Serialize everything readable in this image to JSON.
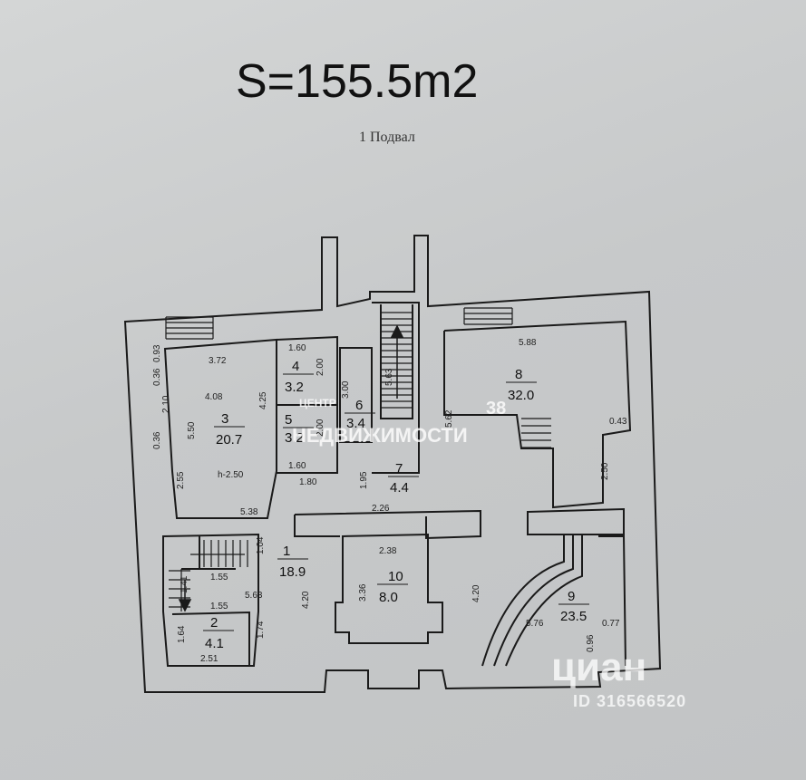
{
  "header": {
    "area_title": "S=155.5m2",
    "floor_label": "1 Подвал"
  },
  "rooms": [
    {
      "id": "r1",
      "number": "1",
      "area": "18.9"
    },
    {
      "id": "r2",
      "number": "2",
      "area": "4.1"
    },
    {
      "id": "r3",
      "number": "3",
      "area": "20.7"
    },
    {
      "id": "r4",
      "number": "4",
      "area": "3.2"
    },
    {
      "id": "r5",
      "number": "5",
      "area": "3.2"
    },
    {
      "id": "r6",
      "number": "6",
      "area": "3.4"
    },
    {
      "id": "r7",
      "number": "7",
      "area": "4.4"
    },
    {
      "id": "r8",
      "number": "8",
      "area": "32.0"
    },
    {
      "id": "r9",
      "number": "9",
      "area": "23.5"
    },
    {
      "id": "r10",
      "number": "10",
      "area": "8.0"
    }
  ],
  "dimensions": [
    {
      "id": "d1",
      "text": "3.72"
    },
    {
      "id": "d2",
      "text": "4.08"
    },
    {
      "id": "d3",
      "text": "0.93"
    },
    {
      "id": "d4",
      "text": "0.36"
    },
    {
      "id": "d5",
      "text": "2.10"
    },
    {
      "id": "d6",
      "text": "5.50"
    },
    {
      "id": "d7",
      "text": "0.36"
    },
    {
      "id": "d8",
      "text": "2.55"
    },
    {
      "id": "d9",
      "text": "h-2.50"
    },
    {
      "id": "d10",
      "text": "4.25"
    },
    {
      "id": "d11",
      "text": "1.60"
    },
    {
      "id": "d12",
      "text": "2.00"
    },
    {
      "id": "d13",
      "text": "2.00"
    },
    {
      "id": "d14",
      "text": "1.60"
    },
    {
      "id": "d15",
      "text": "1.80"
    },
    {
      "id": "d16",
      "text": "5.38"
    },
    {
      "id": "d17",
      "text": "1.95"
    },
    {
      "id": "d18",
      "text": "2.26"
    },
    {
      "id": "d19",
      "text": "5.88"
    },
    {
      "id": "d20",
      "text": "5.62"
    },
    {
      "id": "d21",
      "text": "0.43"
    },
    {
      "id": "d22",
      "text": "2.50"
    },
    {
      "id": "d23",
      "text": "1.04"
    },
    {
      "id": "d24",
      "text": "1.55"
    },
    {
      "id": "d25",
      "text": "1.41"
    },
    {
      "id": "d26",
      "text": "1.55"
    },
    {
      "id": "d27",
      "text": "5.63"
    },
    {
      "id": "d28",
      "text": "4.20"
    },
    {
      "id": "d29",
      "text": "1.64"
    },
    {
      "id": "d30",
      "text": "1.74"
    },
    {
      "id": "d31",
      "text": "2.51"
    },
    {
      "id": "d32",
      "text": "2.38"
    },
    {
      "id": "d33",
      "text": "3.36"
    },
    {
      "id": "d34",
      "text": "4.20"
    },
    {
      "id": "d35",
      "text": "5.76"
    },
    {
      "id": "d36",
      "text": "0.77"
    },
    {
      "id": "d37",
      "text": "0.96"
    },
    {
      "id": "d38",
      "text": "5.63"
    },
    {
      "id": "d39",
      "text": "3.00"
    }
  ],
  "watermarks": {
    "cian": "циан",
    "listing_id": "ID 316566520",
    "agency": "НЕДВИЖИМОСТИ",
    "agency_top": "ЦЕНТР",
    "agency_num": "38"
  },
  "colors": {
    "paper": "#c9cbcc",
    "wall": "#1a1a1a",
    "ink": "#111111"
  }
}
